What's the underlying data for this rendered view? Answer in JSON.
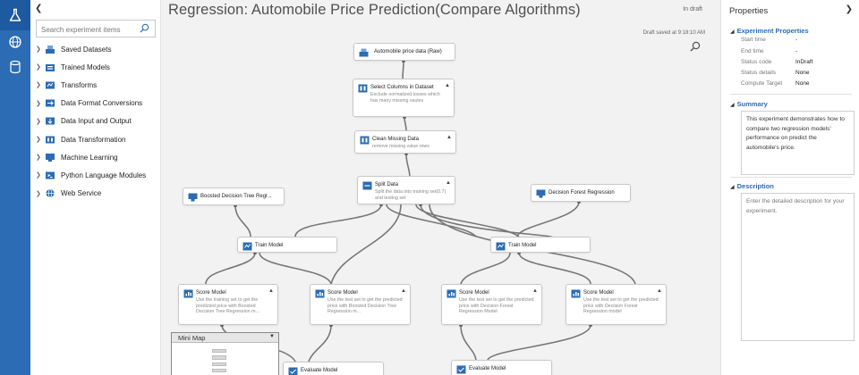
{
  "palette": {
    "search_placeholder": "Search experiment items",
    "categories": [
      {
        "label": "Saved Datasets",
        "icon": "datasets-icon"
      },
      {
        "label": "Trained Models",
        "icon": "trained-models-icon"
      },
      {
        "label": "Transforms",
        "icon": "transforms-icon"
      },
      {
        "label": "Data Format Conversions",
        "icon": "format-conversion-icon"
      },
      {
        "label": "Data Input and Output",
        "icon": "input-output-icon"
      },
      {
        "label": "Data Transformation",
        "icon": "data-transformation-icon"
      },
      {
        "label": "Machine Learning",
        "icon": "machine-learning-icon"
      },
      {
        "label": "Python Language Modules",
        "icon": "python-icon"
      },
      {
        "label": "Web Service",
        "icon": "globe-icon"
      }
    ]
  },
  "canvas": {
    "title": "Regression: Automobile Price Prediction(Compare Algorithms)",
    "status": "In draft",
    "saved": "Draft saved at 9:18:10 AM",
    "minimap_label": "Mini Map",
    "nodes": {
      "auto": {
        "title": "Automobile price data (Raw)",
        "desc": ""
      },
      "select": {
        "title": "Select Columns in Dataset",
        "desc": "Exclude normalized losses which has many missing vaules"
      },
      "clean": {
        "title": "Clean Missing Data",
        "desc": "remove missing value rows"
      },
      "split": {
        "title": "Split Data",
        "desc": "Split the data into training set(0.7) and testing set"
      },
      "boosted": {
        "title": "Boosted Decision Tree Regr...",
        "desc": ""
      },
      "forest": {
        "title": "Decision Forest Regression",
        "desc": ""
      },
      "train1": {
        "title": "Train Model",
        "desc": ""
      },
      "train2": {
        "title": "Train Model",
        "desc": ""
      },
      "score1": {
        "title": "Score Model",
        "desc": "Use the training set to get the predicted price with Boosted Decision Tree Regression m..."
      },
      "score2": {
        "title": "Score Model",
        "desc": "Use the test set to get the predicted price with Boosted Decision Tree Regression m..."
      },
      "score3": {
        "title": "Score Model",
        "desc": "Use the test set to get the predicted price with Decision Forest Regression Model"
      },
      "score4": {
        "title": "Score Model",
        "desc": "Use the test set to get the predicted price with Decision Forest Regression model"
      },
      "eval1": {
        "title": "Evaluate Model",
        "desc": ""
      },
      "eval2": {
        "title": "Evaluate Model",
        "desc": ""
      }
    }
  },
  "properties": {
    "title": "Properties",
    "experiment_section": "Experiment Properties",
    "rows": [
      {
        "key": "Start time",
        "value": "-"
      },
      {
        "key": "End time",
        "value": "-"
      },
      {
        "key": "Status code",
        "value": "InDraft"
      },
      {
        "key": "Status details",
        "value": "None"
      },
      {
        "key": "Compute Target",
        "value": "None"
      }
    ],
    "summary_section": "Summary",
    "summary_text": "This experiment demonstrates how to compare two regression models' performance on predict the automobile's price.",
    "description_section": "Description",
    "description_placeholder": "Enter the detailed description for your experiment."
  },
  "colors": {
    "rail": "#2b6cb4",
    "accent": "#2b6cb4",
    "canvas_bg": "#f2f2f2"
  }
}
